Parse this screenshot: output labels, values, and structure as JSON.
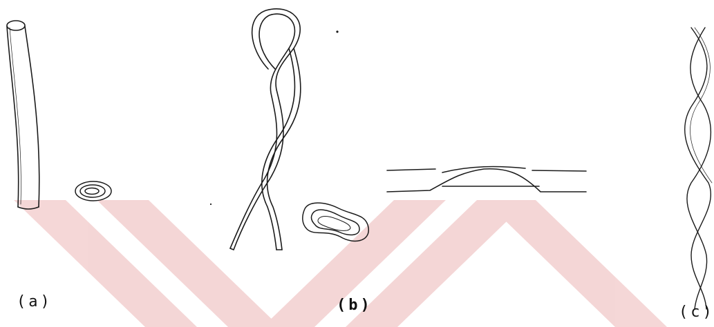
{
  "labels": {
    "a": "(a)",
    "b": "(b)",
    "c": "(c)"
  },
  "colors": {
    "ink": "#1a1a1a",
    "watermark": "#f3d0d0"
  },
  "icons": [
    "single-fiber-drawing",
    "fiber-cross-section-drawing",
    "twisted-loop-fiber-drawing",
    "flattened-cross-section-drawing",
    "fiber-swelling-profile-drawing",
    "twisted-fiber-pair-drawing",
    "watermark-logo"
  ]
}
